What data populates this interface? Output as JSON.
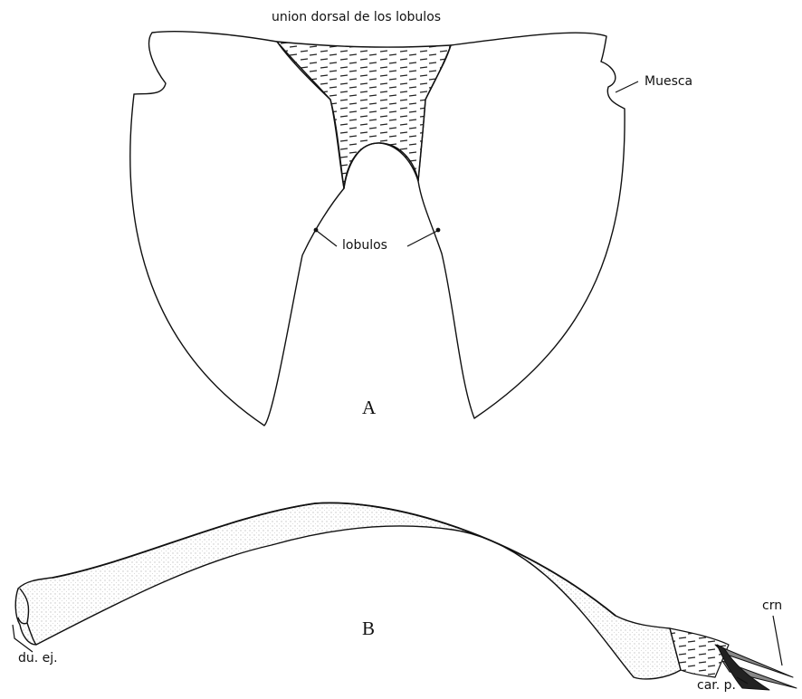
{
  "figure": {
    "panel_a": {
      "letter": "A",
      "labels": {
        "dorsal_union": "union dorsal de los lobulos",
        "notch": "Muesca",
        "lobes": "lobulos"
      }
    },
    "panel_b": {
      "letter": "B",
      "labels": {
        "ejaculatory_duct": "du. ej.",
        "cornutus": "crn",
        "carina": "car. p."
      }
    },
    "colors": {
      "ink": "#111111",
      "stipple": "#555555",
      "paper": "#ffffff"
    }
  }
}
